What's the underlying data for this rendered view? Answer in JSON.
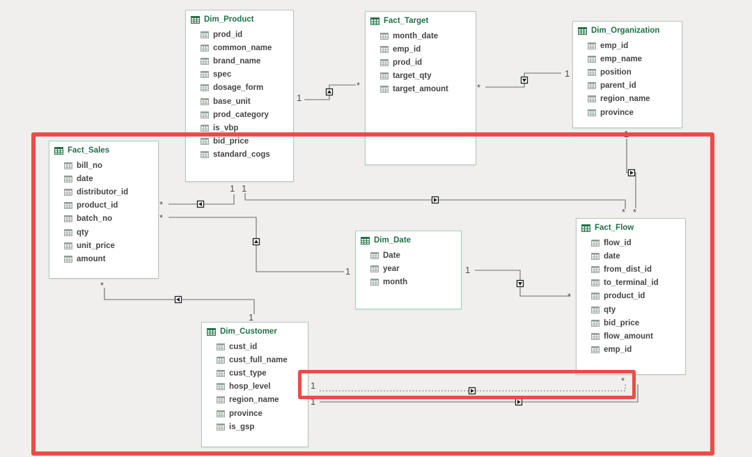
{
  "diagram": {
    "colors": {
      "table_header_green": "#1e7145",
      "annotation_red": "#ed4c46",
      "line_gray": "#6b6b6b",
      "canvas_bg": "#f0efed"
    },
    "tables": [
      {
        "name": "Dim_Product",
        "fields": [
          "prod_id",
          "common_name",
          "brand_name",
          "spec",
          "dosage_form",
          "base_unit",
          "prod_category",
          "is_vbp",
          "bid_price",
          "standard_cogs"
        ]
      },
      {
        "name": "Fact_Target",
        "fields": [
          "month_date",
          "emp_id",
          "prod_id",
          "target_qty",
          "target_amount"
        ]
      },
      {
        "name": "Dim_Organization",
        "fields": [
          "emp_id",
          "emp_name",
          "position",
          "parent_id",
          "region_name",
          "province"
        ]
      },
      {
        "name": "Fact_Sales",
        "fields": [
          "bill_no",
          "date",
          "distributor_id",
          "product_id",
          "batch_no",
          "qty",
          "unit_price",
          "amount"
        ]
      },
      {
        "name": "Dim_Date",
        "fields": [
          "Date",
          "year",
          "month"
        ]
      },
      {
        "name": "Fact_Flow",
        "fields": [
          "flow_id",
          "date",
          "from_dist_id",
          "to_terminal_id",
          "product_id",
          "qty",
          "bid_price",
          "flow_amount",
          "emp_id"
        ]
      },
      {
        "name": "Dim_Customer",
        "fields": [
          "cust_id",
          "cust_full_name",
          "cust_type",
          "hosp_level",
          "region_name",
          "province",
          "is_gsp"
        ]
      }
    ],
    "relationships": [
      {
        "from": "Dim_Product",
        "to": "Fact_Target",
        "one": "1",
        "many": "*",
        "line": "solid"
      },
      {
        "from": "Dim_Organization",
        "to": "Fact_Target",
        "one": "1",
        "many": "*",
        "line": "solid"
      },
      {
        "from": "Dim_Product",
        "to": "Fact_Sales",
        "one": "1",
        "many": "*",
        "line": "solid"
      },
      {
        "from": "Dim_Product",
        "to": "Fact_Flow",
        "one": "1",
        "many": "*",
        "line": "solid"
      },
      {
        "from": "Dim_Organization",
        "to": "Fact_Flow",
        "one": "1",
        "many": "*",
        "line": "solid"
      },
      {
        "from": "Dim_Date",
        "to": "Fact_Sales",
        "one": "1",
        "many": "*",
        "line": "solid"
      },
      {
        "from": "Dim_Date",
        "to": "Fact_Flow",
        "one": "1",
        "many": "*",
        "line": "solid"
      },
      {
        "from": "Dim_Customer",
        "to": "Fact_Sales",
        "one": "1",
        "many": "*",
        "line": "solid"
      },
      {
        "from": "Dim_Customer",
        "to": "Fact_Flow",
        "one": "1",
        "many": "*",
        "line": "dotted"
      },
      {
        "from": "Dim_Customer",
        "to": "Fact_Flow",
        "one": "1",
        "many": "*",
        "line": "solid"
      }
    ]
  }
}
